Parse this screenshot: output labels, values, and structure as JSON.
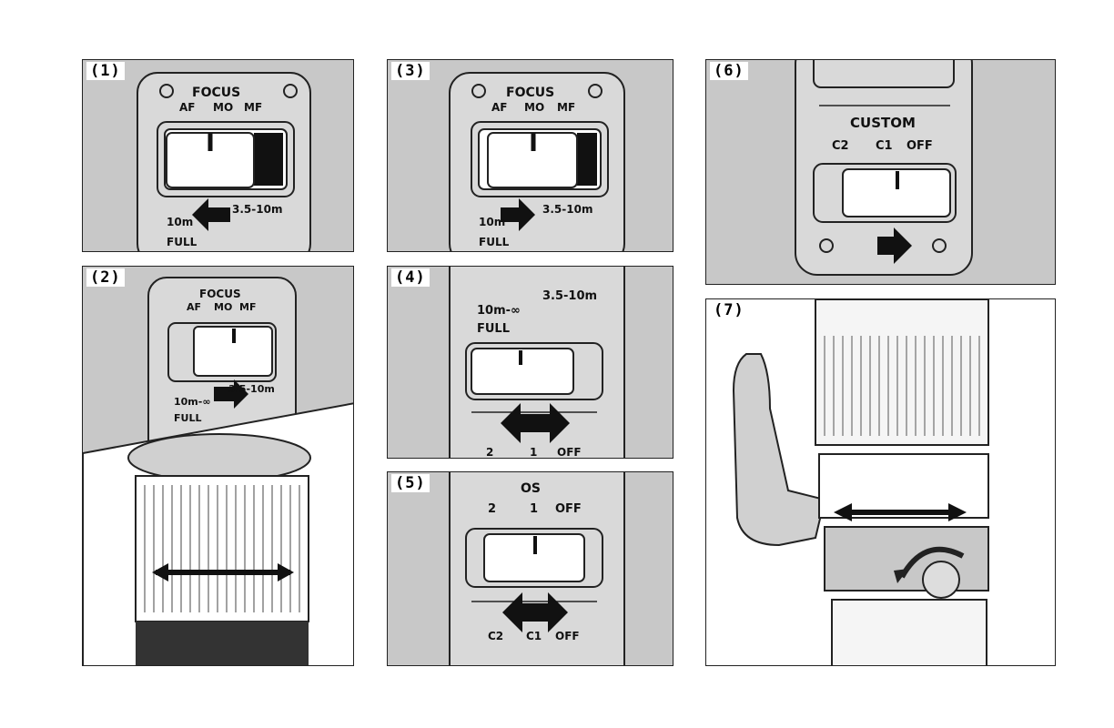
{
  "panels": [
    {
      "id": "1",
      "label": "(1)",
      "title": "FOCUS",
      "modes": [
        "AF",
        "MO",
        "MF"
      ],
      "range_left": "10m",
      "range_right": "3.5-10m",
      "range_bottom": "FULL"
    },
    {
      "id": "2",
      "label": "(2)",
      "title": "FOCUS",
      "modes": [
        "AF",
        "MO",
        "MF"
      ],
      "range_left": "10m-∞",
      "range_right": "3.5-10m",
      "range_bottom": "FULL"
    },
    {
      "id": "3",
      "label": "(3)",
      "title": "FOCUS",
      "modes": [
        "AF",
        "MO",
        "MF"
      ],
      "range_left": "10m",
      "range_right": "3.5-10m",
      "range_bottom": "FULL"
    },
    {
      "id": "4",
      "label": "(4)",
      "range_left": "10m-∞",
      "range_right": "3.5-10m",
      "range_bottom": "FULL",
      "os_positions": [
        "2",
        "1",
        "OFF"
      ]
    },
    {
      "id": "5",
      "label": "(5)",
      "title": "OS",
      "os_positions": [
        "2",
        "1",
        "OFF"
      ],
      "custom_positions": [
        "C2",
        "C1",
        "OFF"
      ]
    },
    {
      "id": "6",
      "label": "(6)",
      "title": "CUSTOM",
      "custom_positions": [
        "C2",
        "C1",
        "OFF"
      ]
    },
    {
      "id": "7",
      "label": "(7)"
    }
  ]
}
